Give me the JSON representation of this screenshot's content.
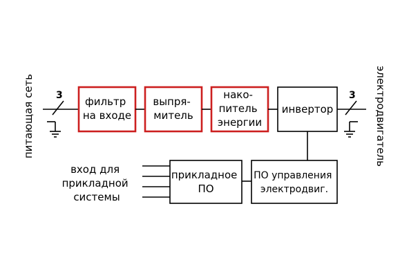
{
  "left_label": "питающая сеть",
  "right_label": "электродвигатель",
  "input_phase_count": "3",
  "output_phase_count": "3",
  "blocks": {
    "filter": [
      "фильтр",
      "на входе"
    ],
    "rectifier": [
      "выпря-",
      "митель"
    ],
    "storage": [
      "нако-",
      "питель",
      "энергии"
    ],
    "inverter": [
      "инвертор"
    ],
    "app_software": [
      "прикладное",
      "ПО"
    ],
    "motor_control_software": [
      "ПО управления",
      "электродвиг."
    ]
  },
  "app_input_label": [
    "вход для",
    "прикладной",
    "системы"
  ],
  "colors": {
    "highlight_border": "#cc1f1f",
    "line": "#000000"
  }
}
